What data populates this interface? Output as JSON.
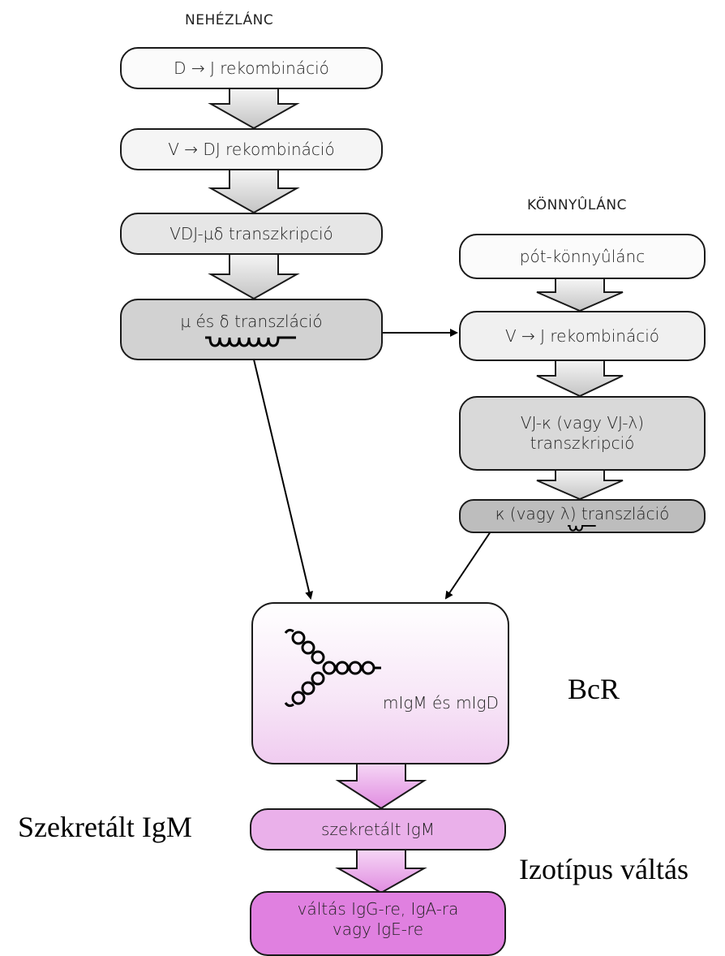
{
  "headings": {
    "heavy_chain": "NEHÉZLÁNC",
    "light_chain": "KÖNNYÛLÁNC"
  },
  "heavy_chain_steps": {
    "dj_recombination": "D → J rekombináció",
    "vdj_recombination": "V → DJ rekombináció",
    "transcription": "VDJ-µδ transzkripció",
    "translation": "µ és δ transzláció"
  },
  "light_chain_steps": {
    "surrogate": "pót-könnyûlánc",
    "vj_recombination": "V → J rekombináció",
    "transcription_line1": "VJ-κ (vagy VJ-λ)",
    "transcription_line2": "transzkripció",
    "translation": "κ (vagy λ) transzláció"
  },
  "receptor_box": {
    "label": "mIgM és mIgD"
  },
  "secreted_box": {
    "label": "szekretált IgM"
  },
  "switch_box": {
    "line1": "váltás IgG-re, IgA-ra",
    "line2": "vagy IgE-re"
  },
  "side_labels": {
    "bcr": "BcR",
    "secreted": "Szekretált IgM",
    "isotype_switch": "Izotípus váltás"
  },
  "colors": {
    "box_white": "#fbfbfb",
    "box_light_gray": "#e6e6e6",
    "box_gray": "#d2d2d2",
    "box_dark_gray": "#bdbdbd",
    "pink_light": "#f3d6f3",
    "pink_mid": "#eab0ea",
    "pink_strong": "#e080e0"
  }
}
